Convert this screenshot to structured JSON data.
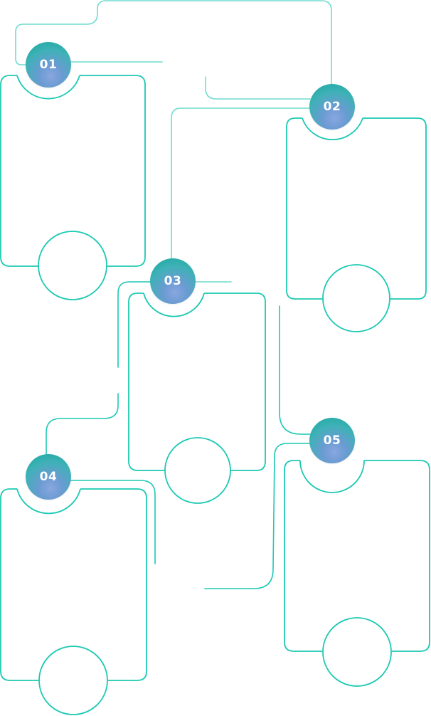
{
  "diagram": {
    "type": "numbered-step-flow",
    "accent_color": "#1cc9b3",
    "badge_gradient": [
      "#14a89a",
      "#8aa6e0"
    ],
    "steps": [
      {
        "number": "01",
        "title": "",
        "description": ""
      },
      {
        "number": "02",
        "title": "",
        "description": ""
      },
      {
        "number": "03",
        "title": "",
        "description": ""
      },
      {
        "number": "04",
        "title": "",
        "description": ""
      },
      {
        "number": "05",
        "title": "",
        "description": ""
      }
    ]
  }
}
